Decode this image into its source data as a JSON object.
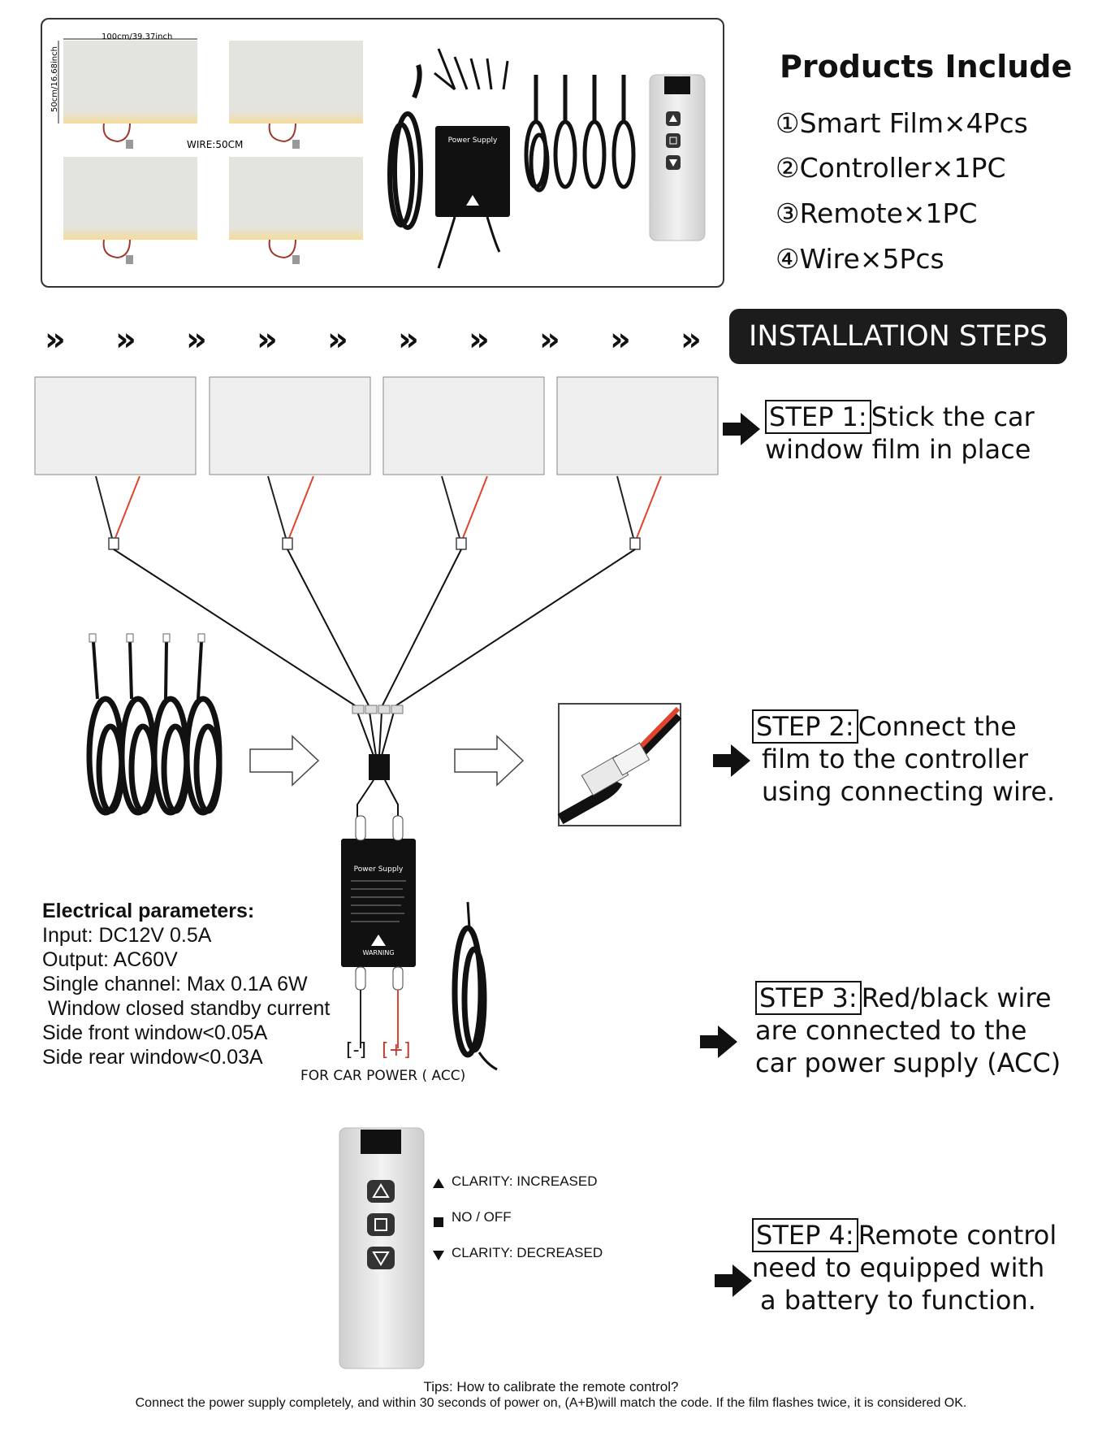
{
  "products": {
    "title": "Products Include",
    "items": [
      "①Smart Film×4Pcs",
      "②Controller×1PC",
      "③Remote×1PC",
      "④Wire×5Pcs"
    ],
    "dim_width": "100cm/39.37inch",
    "dim_height": "50cm/16.68inch",
    "wire_label": "WIRE:50CM"
  },
  "banner": {
    "title": "INSTALLATION STEPS",
    "chevron": "»"
  },
  "steps": [
    {
      "label": "STEP 1:",
      "line1": "Stick the car",
      "rest": [
        "window film in place"
      ]
    },
    {
      "label": "STEP 2:",
      "line1": "Connect the",
      "rest": [
        "film to the controller",
        "using connecting wire."
      ]
    },
    {
      "label": "STEP 3:",
      "line1": "Red/black wire",
      "rest": [
        "are connected to the",
        "car power supply  (ACC)"
      ]
    },
    {
      "label": "STEP 4:",
      "line1": "Remote control",
      "rest": [
        "need to equipped with",
        "a battery to function."
      ]
    }
  ],
  "controller": {
    "brand": "",
    "title": "Power Supply",
    "warning": "WARNING"
  },
  "electrical": {
    "title": "Electrical parameters:",
    "lines": [
      "Input: DC12V   0.5A",
      "Output: AC60V",
      "Single channel: Max 0.1A  6W",
      " Window closed standby current",
      "Side front window<0.05A",
      "Side rear window<0.03A"
    ]
  },
  "power": {
    "neg": "[-]",
    "pos": "[+]",
    "caption": "FOR CAR POWER ( ACC)"
  },
  "remote_legend": {
    "up": "CLARITY: INCREASED",
    "stop": "NO / OFF",
    "down": "CLARITY: DECREASED"
  },
  "tips": {
    "title": "Tips: How to calibrate the remote control?",
    "body": "Connect the power supply completely, and within 30 seconds of power on, (A+B)will match the code. If the film flashes twice, it is considered OK."
  },
  "colors": {
    "red_wire": "#e0442c",
    "black": "#111111",
    "panel": "#efefef",
    "banner_bg": "#1c1c1c"
  }
}
